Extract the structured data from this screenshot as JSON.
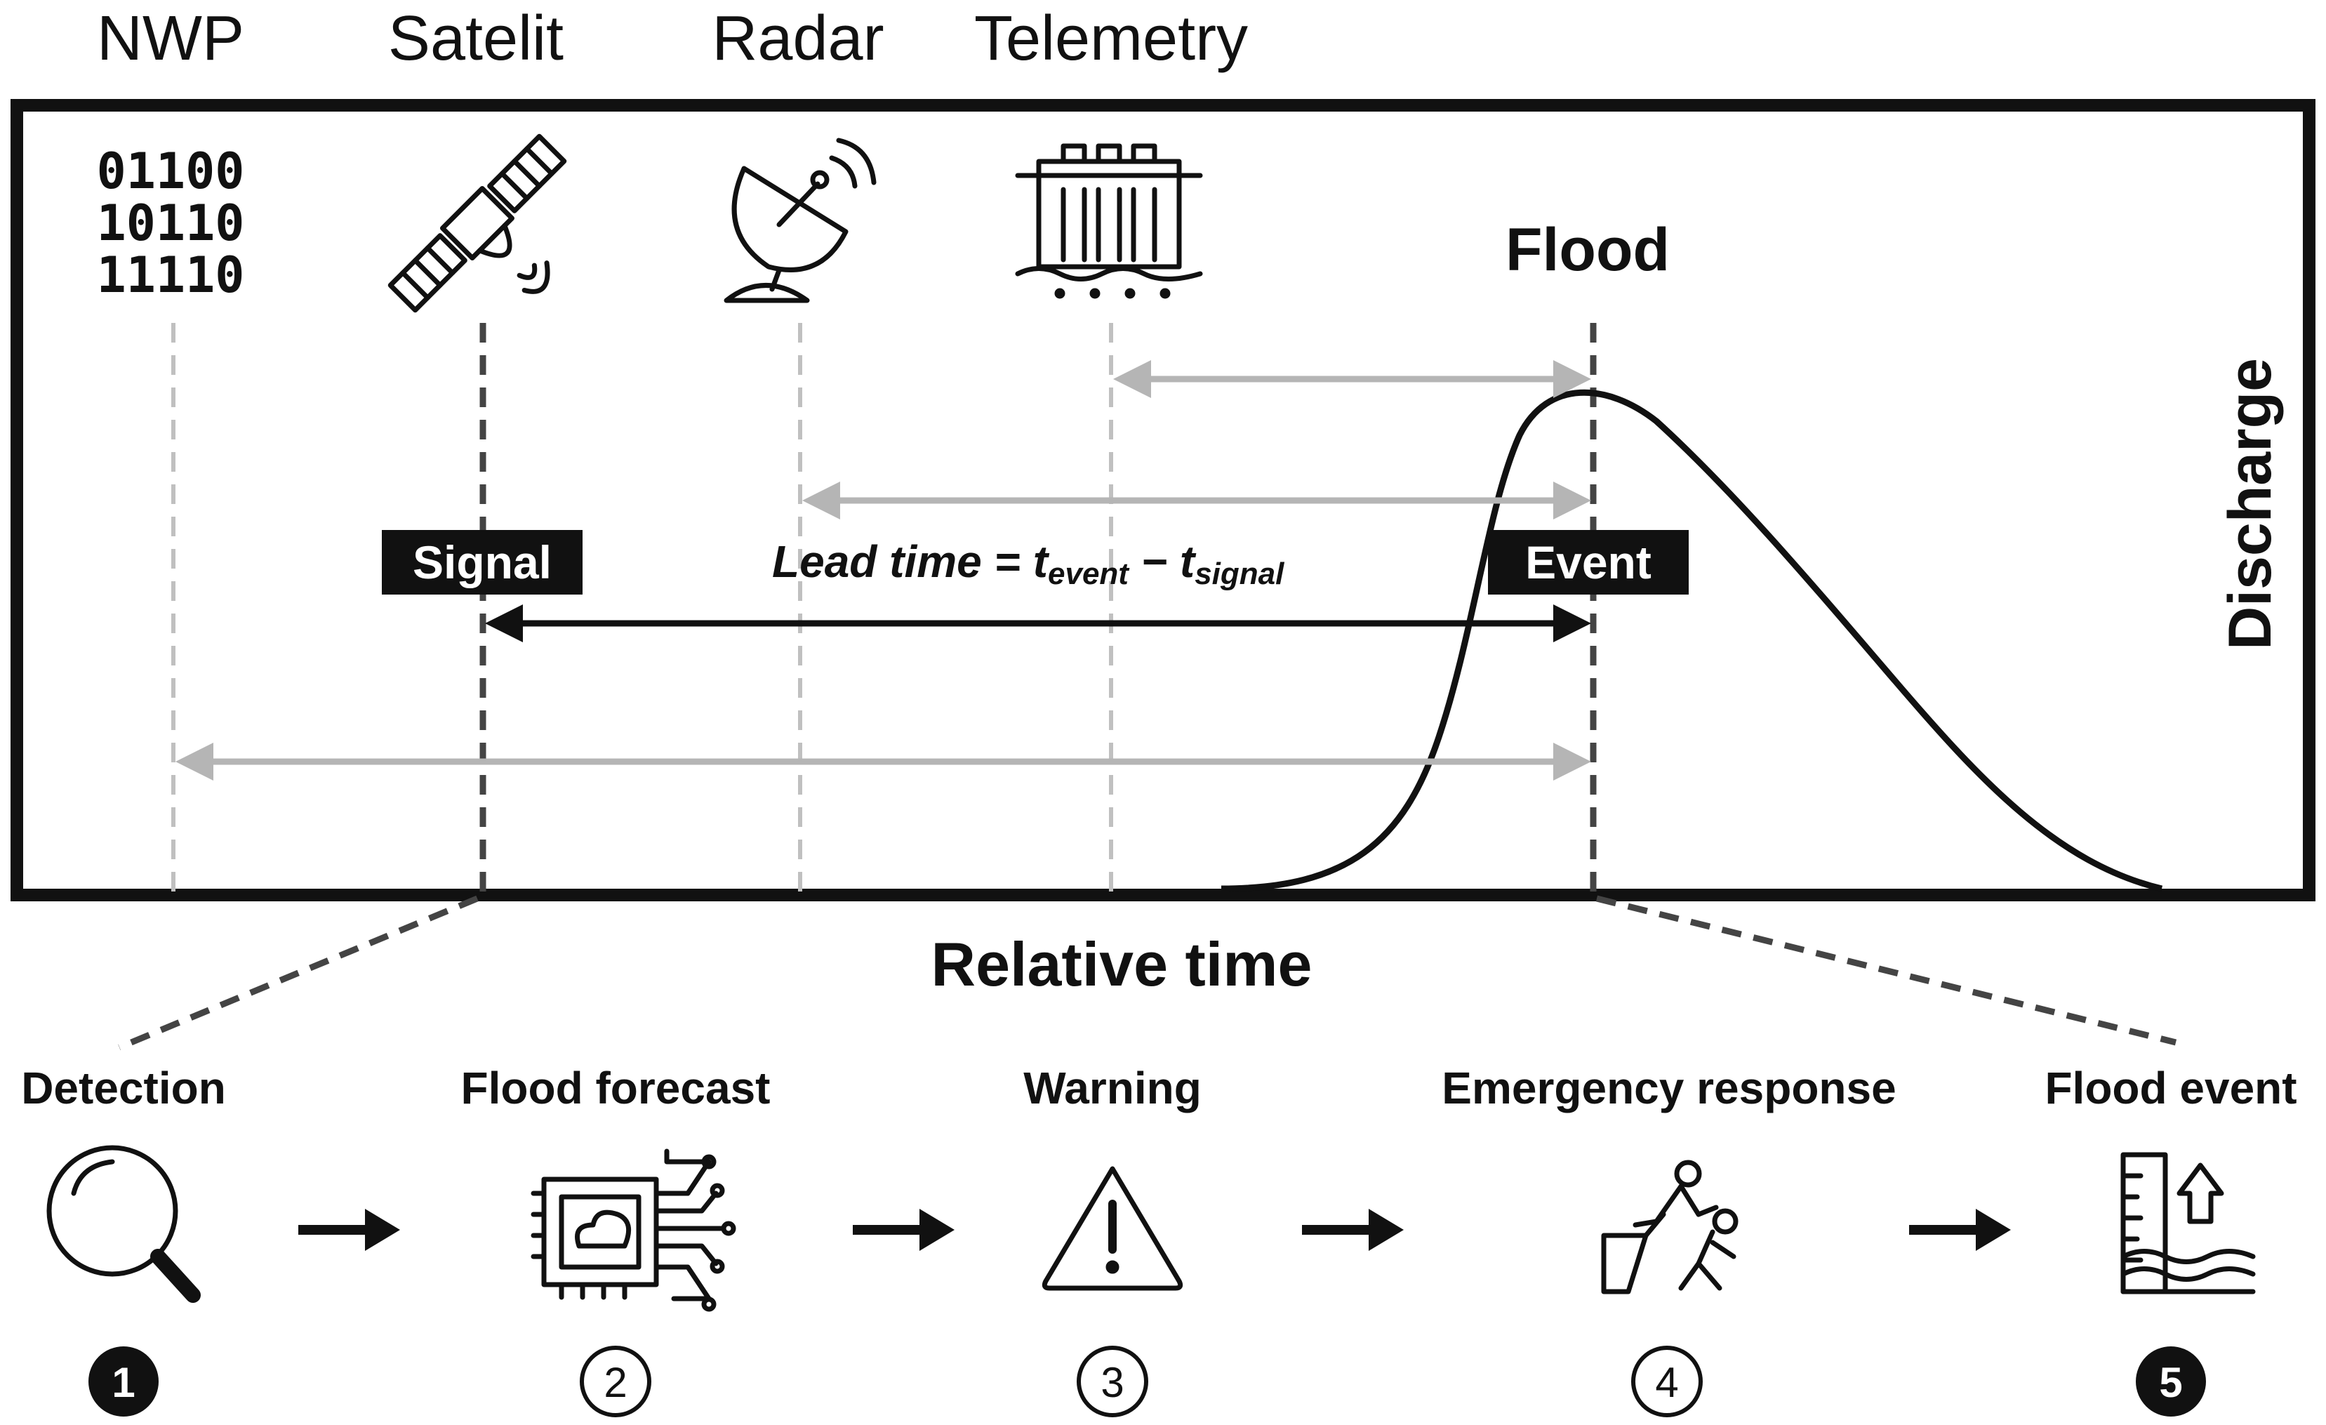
{
  "sources": {
    "nwp": "NWP",
    "satellite": "Satelit",
    "radar": "Radar",
    "telemetry": "Telemetry"
  },
  "binary_icon": {
    "line1": "01100",
    "line2": "10110",
    "line3": "11110"
  },
  "flood_label": "Flood",
  "signal_tag": "Signal",
  "event_tag": "Event",
  "lead_time": {
    "prefix": "Lead time = t",
    "event_sub": "event",
    "minus": " − t",
    "signal_sub": "signal"
  },
  "axis": {
    "y_label": "Discharge",
    "x_label": "Relative time"
  },
  "steps": [
    {
      "label": "Detection",
      "number": "1",
      "icon": "magnifier-icon",
      "filled": true
    },
    {
      "label": "Flood forecast",
      "number": "2",
      "icon": "chip-cloud-icon",
      "filled": false
    },
    {
      "label": "Warning",
      "number": "3",
      "icon": "warning-triangle-icon",
      "filled": false
    },
    {
      "label": "Emergency response",
      "number": "4",
      "icon": "rescue-people-icon",
      "filled": false
    },
    {
      "label": "Flood event",
      "number": "5",
      "icon": "water-level-rise-icon",
      "filled": true
    }
  ],
  "colors": {
    "dark": "#111111",
    "gray_arrow": "#b5b5b5",
    "gray_dash": "#c0c0c0",
    "tag_bg": "#111111"
  }
}
